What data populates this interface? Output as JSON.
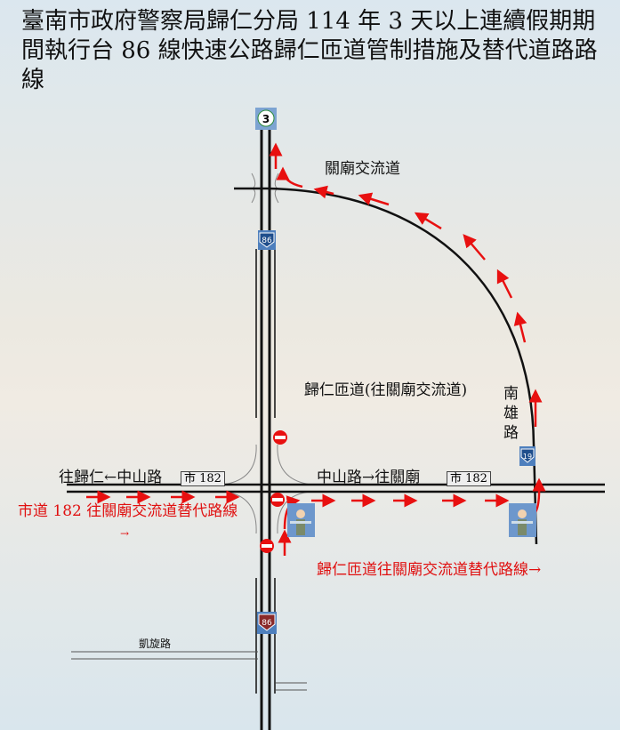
{
  "title": "臺南市政府警察局歸仁分局 114 年 3 天以上連續假期期間執行台 86 線快速公路歸仁匝道管制措施及替代道路路線",
  "labels": {
    "guanmiao_interchange": "關廟交流道",
    "ramp": "歸仁匝道(往關廟交流道)",
    "nanxiong_road": "南雄路",
    "west_road": "往歸仁←中山路",
    "east_road": "中山路→往關廟",
    "route_182_west": "市 182",
    "route_182_east": "市 182",
    "kaixuan_road": "凱旋路",
    "alt_route_1": "市道 182 往關廟交流道替代路線",
    "alt_route_1_arrow": "→",
    "alt_route_2": "歸仁匝道往關廟交流道替代路線→"
  },
  "shields": {
    "provincial_3": "3",
    "expressway_86_top": "86",
    "expressway_86_bottom": "86",
    "provincial_19": "19"
  },
  "colors": {
    "route_arrow": "#e81010",
    "shield_blue": "#2f5fa0",
    "road": "#111111"
  }
}
